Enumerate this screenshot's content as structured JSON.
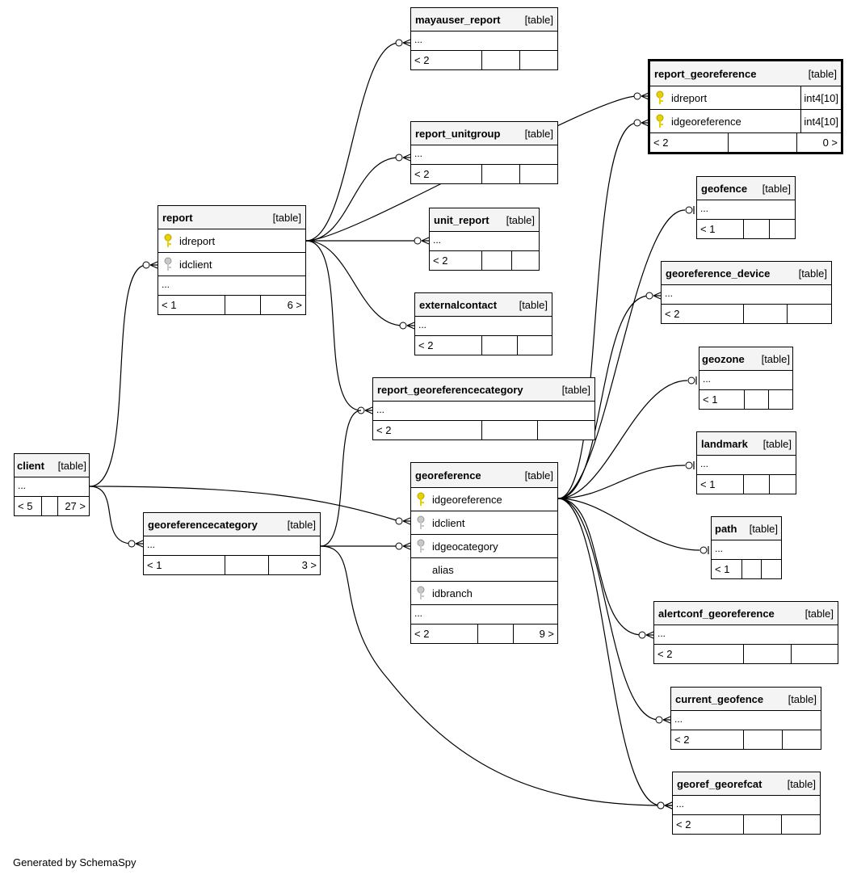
{
  "credit": "Generated by SchemaSpy",
  "tag": "[table]",
  "tables": {
    "mayauser_report": {
      "name": "mayauser_report",
      "more": "...",
      "parents": "< 2",
      "mid": "",
      "children": ""
    },
    "report_georeference": {
      "name": "report_georeference",
      "columns": [
        {
          "name": "idreport",
          "type": "int4[10]"
        },
        {
          "name": "idgeoreference",
          "type": "int4[10]"
        }
      ],
      "parents": "< 2",
      "mid": "",
      "children": "0 >"
    },
    "report_unitgroup": {
      "name": "report_unitgroup",
      "more": "...",
      "parents": "< 2",
      "mid": "",
      "children": ""
    },
    "report": {
      "name": "report",
      "columns": [
        {
          "name": "idreport"
        },
        {
          "name": "idclient"
        }
      ],
      "more": "...",
      "parents": "< 1",
      "mid": "",
      "children": "6 >"
    },
    "unit_report": {
      "name": "unit_report",
      "more": "...",
      "parents": "< 2",
      "mid": "",
      "children": ""
    },
    "externalcontact": {
      "name": "externalcontact",
      "more": "...",
      "parents": "< 2",
      "mid": "",
      "children": ""
    },
    "report_georeferencecategory": {
      "name": "report_georeferencecategory",
      "more": "...",
      "parents": "< 2",
      "mid": "",
      "children": ""
    },
    "client": {
      "name": "client",
      "more": "...",
      "parents": "< 5",
      "mid": "",
      "children": "27 >"
    },
    "georeferencecategory": {
      "name": "georeferencecategory",
      "more": "...",
      "parents": "< 1",
      "mid": "",
      "children": "3 >"
    },
    "georeference": {
      "name": "georeference",
      "columns": [
        {
          "name": "idgeoreference"
        },
        {
          "name": "idclient"
        },
        {
          "name": "idgeocategory"
        },
        {
          "name": "alias"
        },
        {
          "name": "idbranch"
        }
      ],
      "more": "...",
      "parents": "< 2",
      "mid": "",
      "children": "9 >"
    },
    "geofence": {
      "name": "geofence",
      "more": "...",
      "parents": "< 1",
      "mid": "",
      "children": ""
    },
    "georeference_device": {
      "name": "georeference_device",
      "more": "...",
      "parents": "< 2",
      "mid": "",
      "children": ""
    },
    "geozone": {
      "name": "geozone",
      "more": "...",
      "parents": "< 1",
      "mid": "",
      "children": ""
    },
    "landmark": {
      "name": "landmark",
      "more": "...",
      "parents": "< 1",
      "mid": "",
      "children": ""
    },
    "path": {
      "name": "path",
      "more": "...",
      "parents": "< 1",
      "mid": "",
      "children": ""
    },
    "alertconf_georeference": {
      "name": "alertconf_georeference",
      "more": "...",
      "parents": "< 2",
      "mid": "",
      "children": ""
    },
    "current_geofence": {
      "name": "current_geofence",
      "more": "...",
      "parents": "< 2",
      "mid": "",
      "children": ""
    },
    "georef_georefcat": {
      "name": "georef_georefcat",
      "more": "...",
      "parents": "< 2",
      "mid": "",
      "children": ""
    }
  },
  "colors": {
    "primary_key": "#e8d100",
    "foreign_key": "#b0b0b0",
    "header_bg": "#f4f4f4",
    "line": "#000000"
  }
}
